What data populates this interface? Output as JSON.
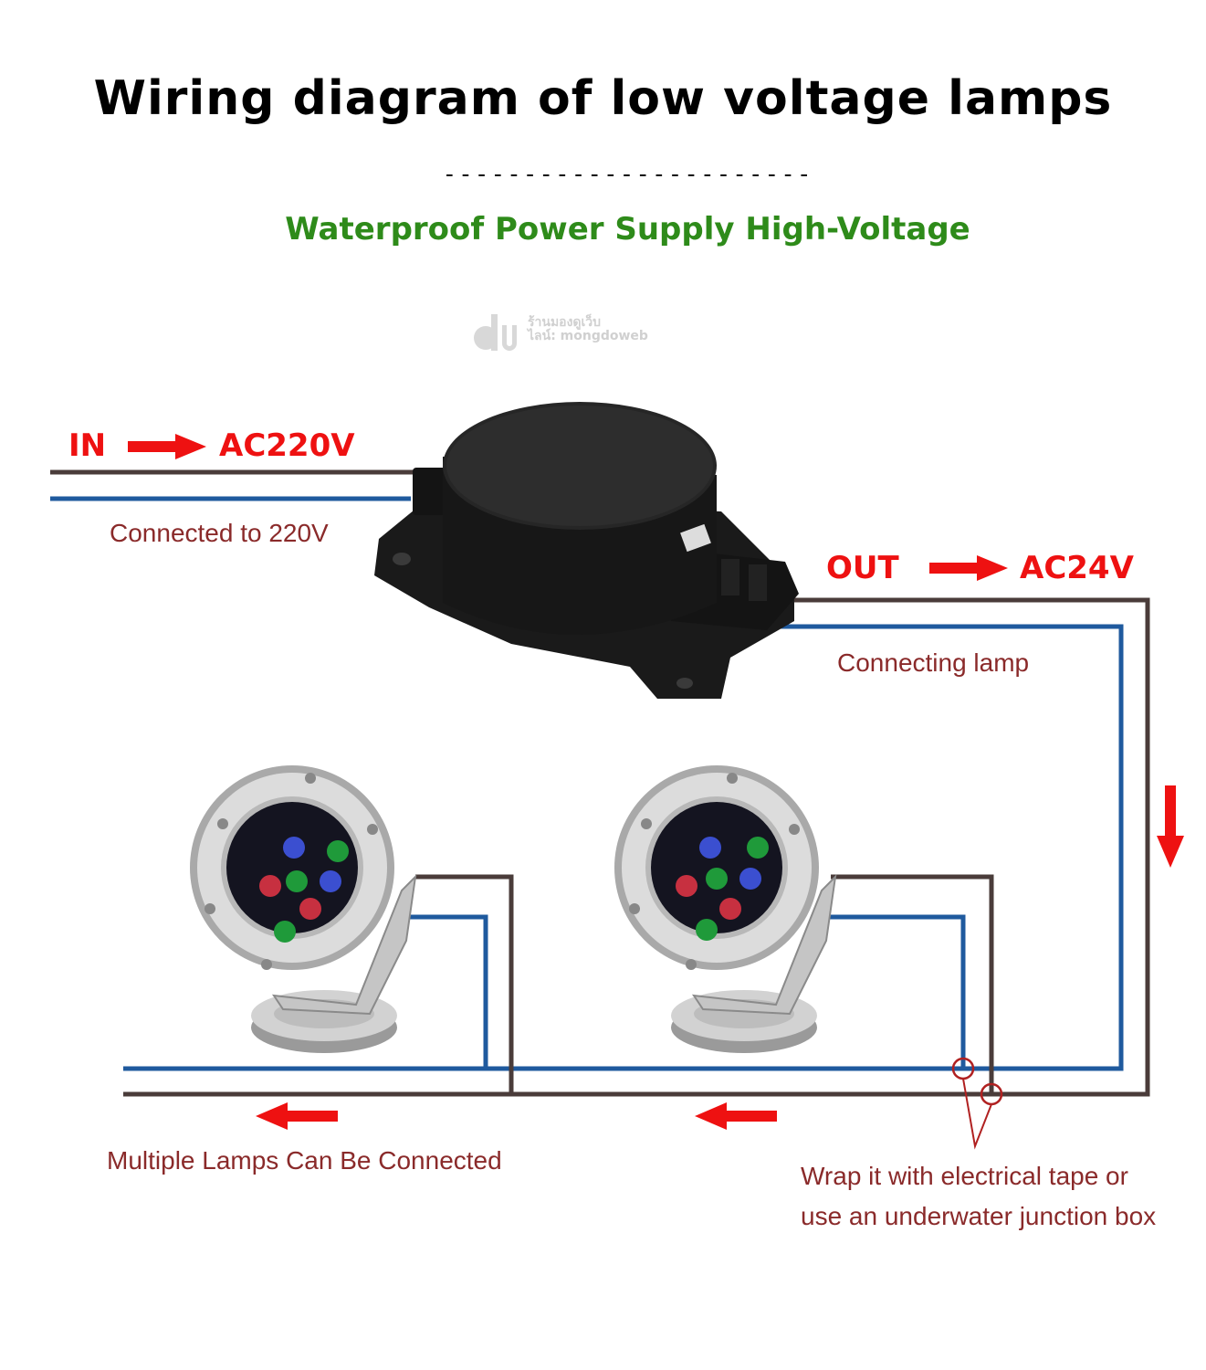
{
  "title": "Wiring diagram of low voltage lamps",
  "separator": "-----------------------",
  "subtitle": "Waterproof Power Supply High-Voltage",
  "watermark": {
    "line1": "ร้านมองดูเว็บ",
    "line2": "ไลน์: mongdoweb"
  },
  "input": {
    "label_in": "IN",
    "voltage": "AC220V",
    "note": "Connected to 220V"
  },
  "output": {
    "label_out": "OUT",
    "voltage": "AC24V",
    "note": "Connecting lamp"
  },
  "notes": {
    "multiple": "Multiple Lamps Can Be Connected",
    "wrap_line1": "Wrap it with electrical tape or",
    "wrap_line2": "use an underwater junction box"
  },
  "colors": {
    "wire_brown": "#4a3c3a",
    "wire_blue": "#1f5a9e",
    "arrow_red": "#ee1111",
    "title_green": "#2e8b1a",
    "note_text": "#8a2a2a"
  }
}
